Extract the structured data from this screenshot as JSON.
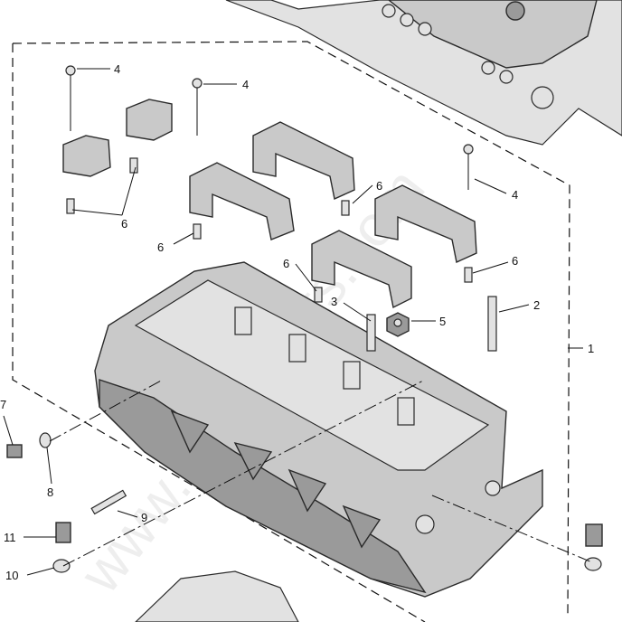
{
  "watermark": "www.bike-parts.com",
  "callouts": [
    {
      "id": "1",
      "label": "1"
    },
    {
      "id": "2",
      "label": "2"
    },
    {
      "id": "3",
      "label": "3"
    },
    {
      "id": "4a",
      "label": "4"
    },
    {
      "id": "4b",
      "label": "4"
    },
    {
      "id": "4c",
      "label": "4"
    },
    {
      "id": "5",
      "label": "5"
    },
    {
      "id": "6a",
      "label": "6"
    },
    {
      "id": "6b",
      "label": "6"
    },
    {
      "id": "6c",
      "label": "6"
    },
    {
      "id": "6d",
      "label": "6"
    },
    {
      "id": "6e",
      "label": "6"
    },
    {
      "id": "7",
      "label": "7"
    },
    {
      "id": "8",
      "label": "8"
    },
    {
      "id": "9",
      "label": "9"
    },
    {
      "id": "10",
      "label": "10"
    },
    {
      "id": "11",
      "label": "11"
    }
  ]
}
